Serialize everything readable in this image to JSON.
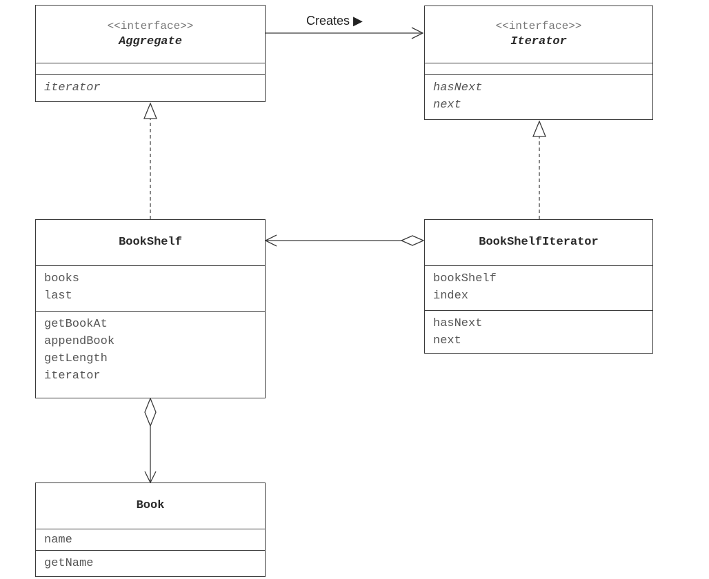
{
  "diagram": {
    "classes": {
      "aggregate": {
        "stereotype": "<<interface>>",
        "name": "Aggregate",
        "methods": [
          "iterator"
        ]
      },
      "iterator": {
        "stereotype": "<<interface>>",
        "name": "Iterator",
        "methods": [
          "hasNext",
          "next"
        ]
      },
      "bookshelf": {
        "name": "BookShelf",
        "fields": [
          "books",
          "last"
        ],
        "methods": [
          "getBookAt",
          "appendBook",
          "getLength",
          "iterator"
        ]
      },
      "bookshelf_iterator": {
        "name": "BookShelfIterator",
        "fields": [
          "bookShelf",
          "index"
        ],
        "methods": [
          "hasNext",
          "next"
        ]
      },
      "book": {
        "name": "Book",
        "fields": [
          "name"
        ],
        "methods": [
          "getName"
        ]
      }
    },
    "relations": {
      "creates_label": "Creates ▶"
    }
  }
}
